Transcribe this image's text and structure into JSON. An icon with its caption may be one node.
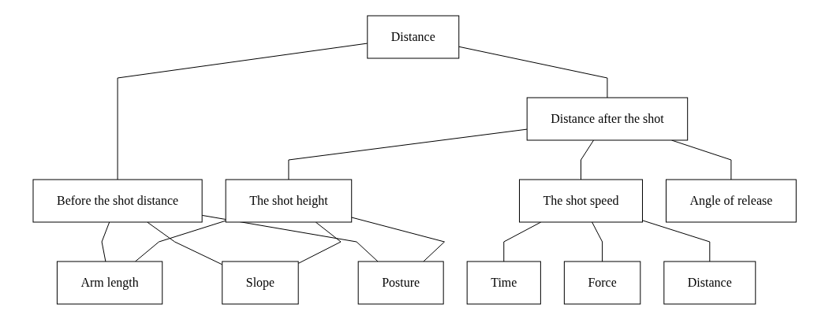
{
  "diagram": {
    "nodes": [
      {
        "text": [
          "Distance"
        ]
      },
      {
        "text": [
          "Before the shot distance"
        ]
      },
      {
        "text": [
          "Distance after the shot"
        ]
      },
      {
        "text": [
          "The shot height"
        ]
      },
      {
        "text": [
          "The shot speed"
        ]
      },
      {
        "text": [
          "Angle of release"
        ]
      },
      {
        "text": [
          "Arm length"
        ]
      },
      {
        "text": [
          "Slope"
        ]
      },
      {
        "text": [
          "Posture"
        ]
      },
      {
        "text": [
          "Time"
        ]
      },
      {
        "text": [
          "Force"
        ]
      },
      {
        "text": [
          "Distance"
        ]
      }
    ],
    "edges": [
      {
        "from": 0,
        "to": 1,
        "arrow": "none"
      },
      {
        "from": 0,
        "to": 2,
        "arrow": "none"
      },
      {
        "from": 1,
        "to": 6,
        "arrow": "none"
      },
      {
        "from": 1,
        "to": 7,
        "arrow": "none"
      },
      {
        "from": 1,
        "to": 8,
        "arrow": "none"
      },
      {
        "from": 2,
        "to": 3,
        "arrow": "none"
      },
      {
        "from": 2,
        "to": 4,
        "arrow": "none"
      },
      {
        "from": 2,
        "to": 5,
        "arrow": "none"
      },
      {
        "from": 3,
        "to": 6,
        "arrow": "none"
      },
      {
        "from": 3,
        "to": 7,
        "arrow": "none"
      },
      {
        "from": 3,
        "to": 8,
        "arrow": "none"
      },
      {
        "from": 4,
        "to": 9,
        "arrow": "none"
      },
      {
        "from": 4,
        "to": 10,
        "arrow": "none"
      },
      {
        "from": 4,
        "to": 11,
        "arrow": "none"
      }
    ]
  }
}
